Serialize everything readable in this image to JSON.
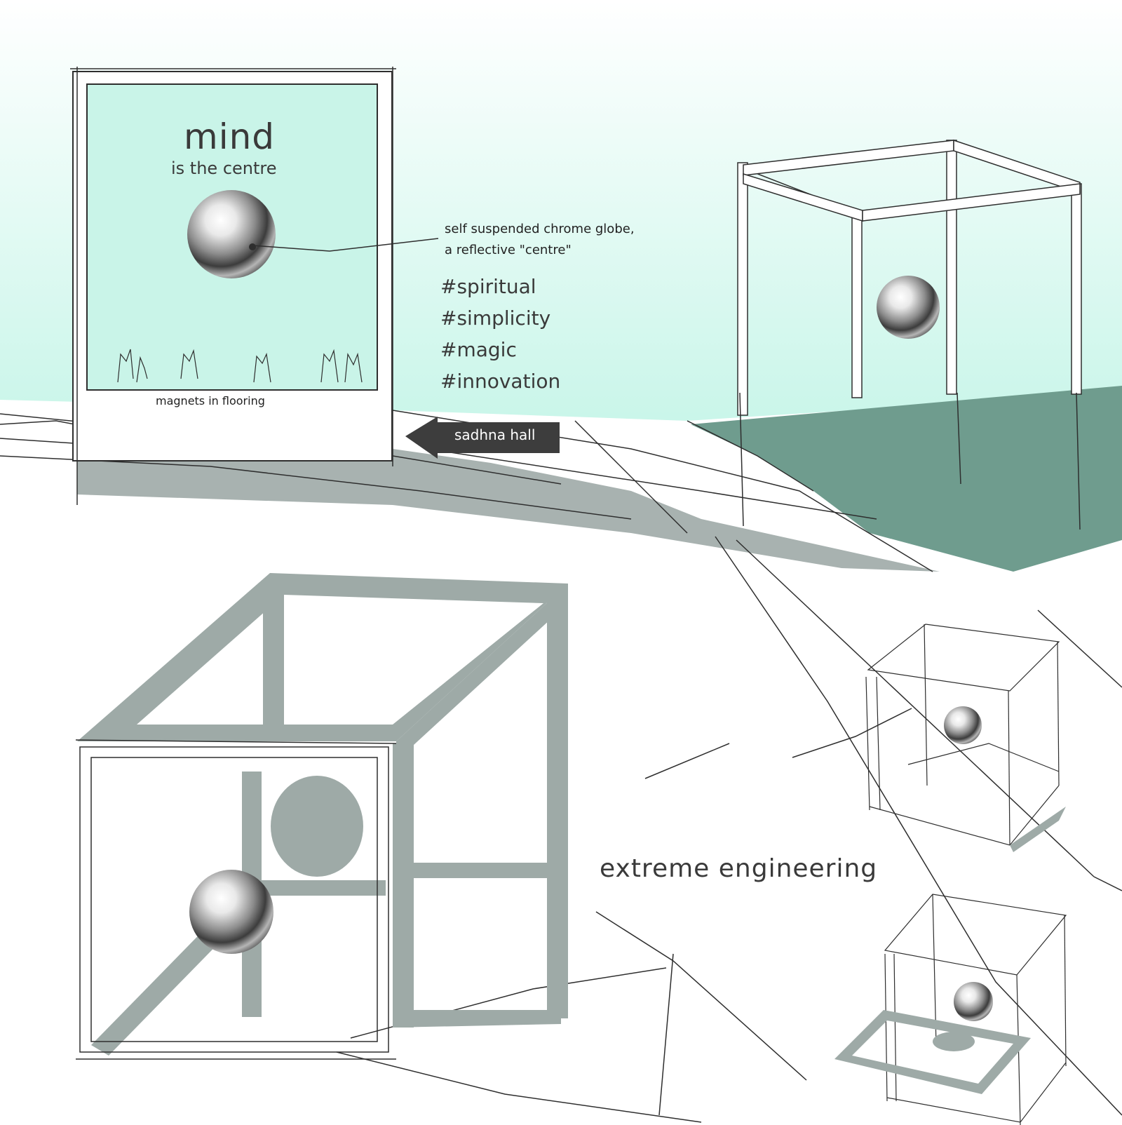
{
  "board": {
    "title": "mind",
    "subtitle": "is the centre",
    "floor_caption": "magnets in flooring"
  },
  "callout": {
    "line1": "self suspended chrome globe,",
    "line2": "a reflective \"centre\""
  },
  "tags": [
    "#spiritual",
    "#simplicity",
    "#magic",
    "#innovation"
  ],
  "direction_sign": {
    "label": "sadhna hall"
  },
  "section_heading": "extreme engineering",
  "colors": {
    "sky_top": "#ffffff",
    "sky_bottom": "#c6f5e8",
    "green_floor": "#6f9c8e",
    "shadow_grey": "#9eaaa7",
    "sign_bg": "#3d3d3d",
    "ink": "#2e2e2e"
  },
  "icons": [
    "chrome-globe-icon",
    "arrow-left-icon"
  ]
}
